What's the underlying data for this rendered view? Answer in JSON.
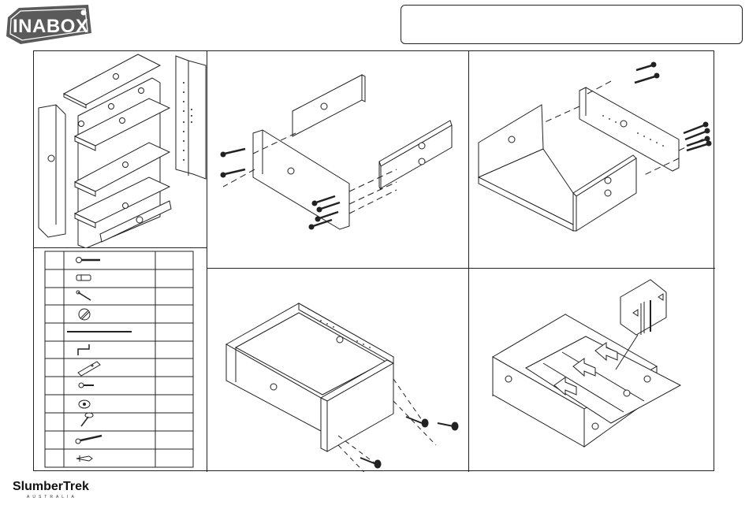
{
  "header": {
    "logo_text": "INABOX",
    "logo_color": "#5a5a5a"
  },
  "footer": {
    "brand": "SlumberTrek",
    "brand_sub": "AUSTRALIA"
  },
  "parts_list": {
    "rows": [
      {
        "icon": "long-screw-icon"
      },
      {
        "icon": "dowel-icon"
      },
      {
        "icon": "nail-icon"
      },
      {
        "icon": "cam-lock-icon"
      },
      {
        "icon": "rod-icon"
      },
      {
        "icon": "allen-key-icon"
      },
      {
        "icon": "bracket-icon"
      },
      {
        "icon": "short-screw-icon"
      },
      {
        "icon": "washer-icon"
      },
      {
        "icon": "knob-screw-icon"
      },
      {
        "icon": "wood-screw-icon"
      },
      {
        "icon": "wall-plug-icon"
      }
    ]
  },
  "steps": [
    {
      "name": "exploded-view"
    },
    {
      "name": "step-attach-sides"
    },
    {
      "name": "step-attach-back"
    },
    {
      "name": "step-attach-front"
    },
    {
      "name": "step-slide-bottom"
    }
  ],
  "colors": {
    "line": "#222222",
    "background": "#ffffff"
  }
}
